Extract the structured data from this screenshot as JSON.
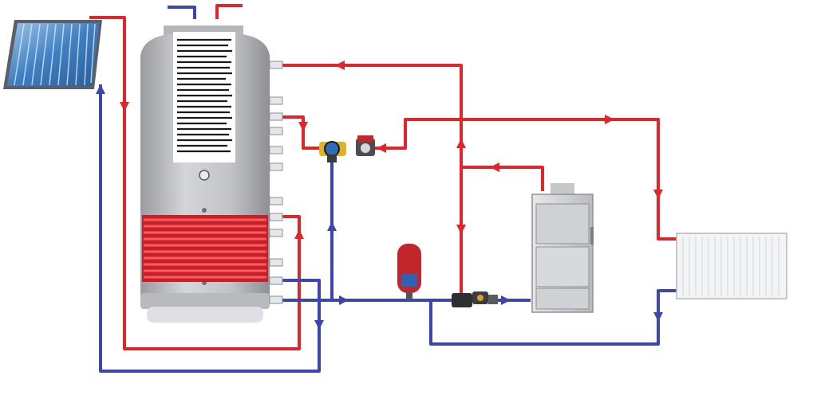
{
  "diagram": {
    "colors": {
      "hot": "#e0262b",
      "cold": "#3b46b0",
      "tank_body": "#c9cace",
      "tank_shade": "#a9abb0",
      "coil": "#e3262b",
      "panel_glass": "#6fa6d8",
      "radiator": "#f4f5f7",
      "boiler": "#d3d5d9",
      "expansion_vessel": "#c0262b"
    },
    "components": [
      {
        "id": "solar-collector",
        "icon": "solar-panel-icon"
      },
      {
        "id": "storage-tank",
        "icon": "buffer-tank-icon"
      },
      {
        "id": "solar-coil",
        "icon": "heat-exchanger-coil-icon"
      },
      {
        "id": "mixing-valve",
        "icon": "mixing-valve-icon"
      },
      {
        "id": "circulation-pump",
        "icon": "pump-icon"
      },
      {
        "id": "expansion-vessel",
        "icon": "expansion-vessel-icon"
      },
      {
        "id": "boiler-pump-group",
        "icon": "pump-group-icon"
      },
      {
        "id": "solid-fuel-boiler",
        "icon": "boiler-icon"
      },
      {
        "id": "radiator",
        "icon": "radiator-icon"
      }
    ],
    "flows": [
      {
        "id": "solar-hot-line",
        "medium": "hot"
      },
      {
        "id": "solar-return-line",
        "medium": "cold"
      },
      {
        "id": "tank-top-feed",
        "medium": "hot"
      },
      {
        "id": "radiator-feed",
        "medium": "hot"
      },
      {
        "id": "boiler-feed",
        "medium": "hot"
      },
      {
        "id": "tank-bottom-return",
        "medium": "cold"
      },
      {
        "id": "radiator-return",
        "medium": "cold"
      },
      {
        "id": "domestic-cold-inlet",
        "medium": "cold"
      },
      {
        "id": "domestic-hot-outlet",
        "medium": "hot"
      }
    ]
  }
}
